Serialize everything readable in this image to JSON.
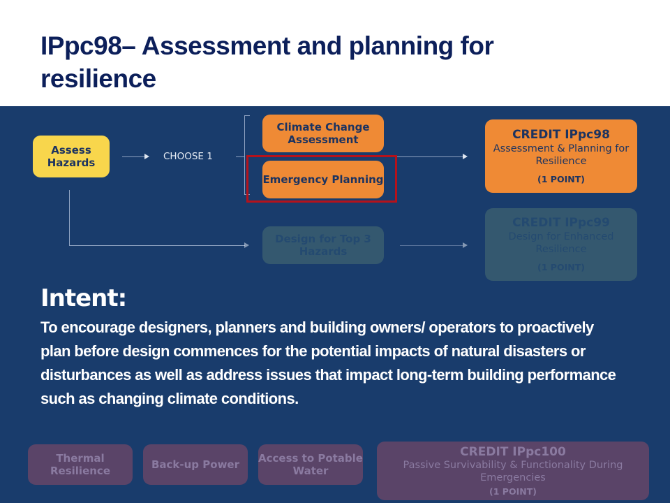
{
  "title": "IPpc98– Assessment and planning for resilience",
  "diagram": {
    "assess": "Assess Hazards",
    "choose": "CHOOSE 1",
    "climate": "Climate Change Assessment",
    "emergency": "Emergency Planning",
    "credit98": {
      "title": "CREDIT IPpc98",
      "sub": "Assessment & Planning for Resilience",
      "points": "(1 POINT)"
    },
    "design": "Design for Top 3 Hazards",
    "credit99": {
      "title": "CREDIT IPpc99",
      "sub": "Design for Enhanced Resilience",
      "points": "(1 POINT)"
    },
    "thermal": "Thermal Resilience",
    "backup": "Back-up Power",
    "water": "Access to Potable Water",
    "credit100": {
      "title": "CREDIT IPpc100",
      "sub": "Passive Survivability & Functionality During Emergencies",
      "points": "(1 POINT)"
    }
  },
  "intent": {
    "heading": "Intent:",
    "text": "To encourage designers, planners and building  owners/ operators to proactively plan before design  commences for the potential impacts of natural disasters or  disturbances as well as address issues that impact long-term  building performance such as changing climate conditions."
  },
  "colors": {
    "panel": "#193c6c",
    "title": "#0c1f5a",
    "highlight": "#b5121b",
    "orange": "#ef8a35",
    "yellow": "#f8d64c"
  }
}
